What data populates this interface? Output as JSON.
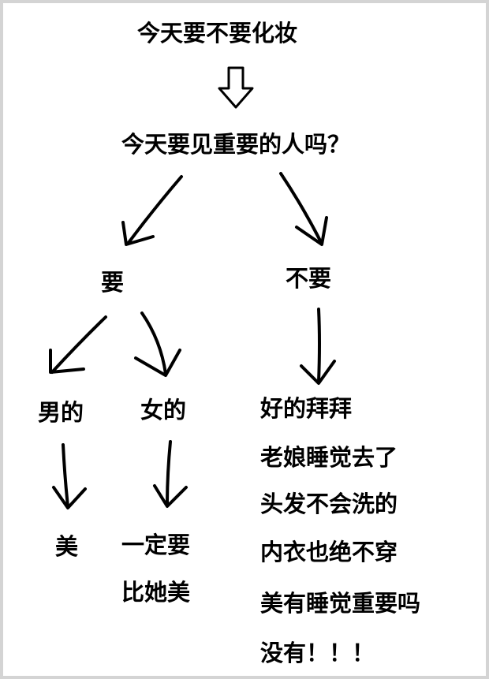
{
  "title": "今天要不要化妆",
  "question": "今天要见重要的人吗？",
  "branches": {
    "yes": {
      "label": "要",
      "male": {
        "label": "男的",
        "result": "美"
      },
      "female": {
        "label": "女的",
        "result_lines": [
          "一定要",
          "比她美"
        ]
      }
    },
    "no": {
      "label": "不要",
      "result_lines": [
        "好的拜拜",
        "老娘睡觉去了",
        "头发不会洗的",
        "内衣也绝不穿",
        "美有睡觉重要吗",
        "没有！！！"
      ]
    }
  }
}
